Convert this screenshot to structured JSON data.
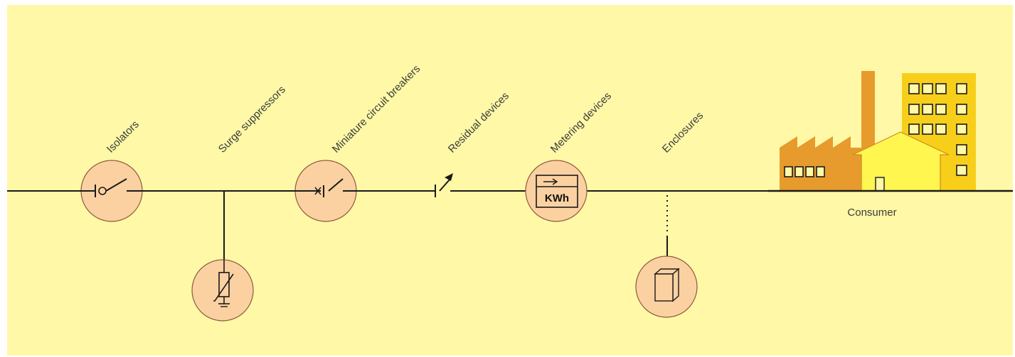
{
  "labels": {
    "isolators": "Isolators",
    "surge_suppressors": "Surge suppressors",
    "miniature_circuit_breakers": "Miniature circuit breakers",
    "residual_devices": "Residual devices",
    "metering_devices": "Metering devices",
    "enclosures": "Enclosures",
    "consumer": "Consumer",
    "meter_unit": "KWh"
  },
  "colors": {
    "background": "#fff8a6",
    "device_circle": "#fcd1a1",
    "factory": "#e79b2d",
    "office_building": "#f7cf1b",
    "house": "#fff64f",
    "line": "#1a1a1a"
  },
  "icons": [
    "isolator-switch-icon",
    "varistor-icon",
    "circuit-breaker-icon",
    "residual-device-icon",
    "kwh-meter-icon",
    "enclosure-box-icon",
    "factory-icon",
    "office-building-icon",
    "house-icon"
  ]
}
